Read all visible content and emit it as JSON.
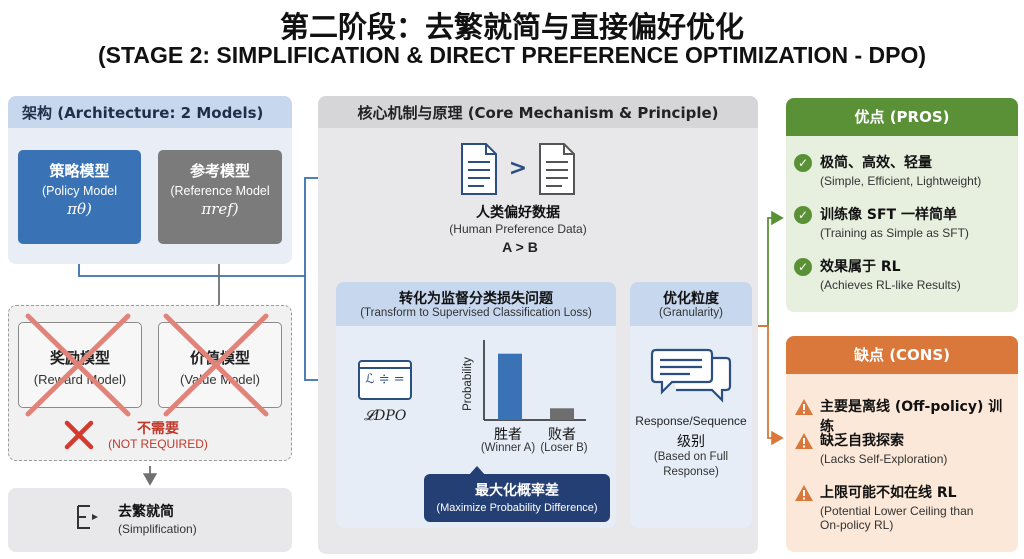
{
  "title": {
    "zh": "第二阶段：去繁就简与直接偏好优化",
    "en": "(STAGE 2: SIMPLIFICATION & DIRECT PREFERENCE OPTIMIZATION - DPO)"
  },
  "architecture": {
    "header": "架构 (Architecture: 2 Models)",
    "policy": {
      "zh": "策略模型",
      "en": "(Policy Model",
      "symbol": "πθ)"
    },
    "reference": {
      "zh": "参考模型",
      "en": "(Reference Model",
      "symbol": "πref)"
    },
    "reward": {
      "zh": "奖励模型",
      "en": "(Reward Model)"
    },
    "value": {
      "zh": "价值模型",
      "en": "(Value Model)"
    },
    "not_required": {
      "zh": "不需要",
      "en": "(NOT REQUIRED)"
    },
    "simplification": {
      "zh": "去繁就简",
      "en": "(Simplification)"
    }
  },
  "mechanism": {
    "header": "核心机制与原理 (Core Mechanism & Principle)",
    "human_pref": {
      "zh": "人类偏好数据",
      "en": "(Human Preference Data)",
      "ab": "A > B",
      "gt": ">"
    },
    "transform": {
      "zh": "转化为监督分类损失问题",
      "en": "(Transform to Supervised Classification Loss)",
      "loss_symbol": "𝓛DPO",
      "icon_text": "ℒ ≑ =",
      "axis_label": "Probability",
      "winner": {
        "zh": "胜者",
        "en": "(Winner A)"
      },
      "loser": {
        "zh": "败者",
        "en": "(Loser B)"
      },
      "maximize": {
        "zh": "最大化概率差",
        "en": "(Maximize Probability Difference)"
      }
    },
    "granularity": {
      "zh": "优化粒度",
      "en": "(Granularity)",
      "resp": "Response/Sequence",
      "level": "级别",
      "based1": "(Based on Full",
      "based2": "Response)"
    }
  },
  "chart_data": {
    "type": "bar",
    "categories": [
      "胜者 (Winner A)",
      "败者 (Loser B)"
    ],
    "values": [
      0.85,
      0.15
    ],
    "ylabel": "Probability",
    "ylim": [
      0,
      1
    ]
  },
  "pros": {
    "header": "优点 (PROS)",
    "items": [
      {
        "zh": "极简、高效、轻量",
        "en": "(Simple, Efficient, Lightweight)"
      },
      {
        "zh": "训练像 SFT 一样简单",
        "en": "(Training as Simple as SFT)"
      },
      {
        "zh": "效果属于 RL",
        "en": "(Achieves RL-like Results)"
      }
    ]
  },
  "cons": {
    "header": "缺点 (CONS)",
    "items": [
      {
        "zh": "主要是离线 (Off-policy) 训练",
        "en": ""
      },
      {
        "zh": "缺乏自我探索",
        "en": "(Lacks Self-Exploration)"
      },
      {
        "zh": "上限可能不如在线 RL",
        "en": "(Potential Lower Ceiling than",
        "en2": "On-policy RL)"
      }
    ]
  },
  "colors": {
    "policy": "#3a73b5",
    "reference": "#7b7b7b",
    "arrow": "#3b6fb0",
    "green": "#5a9137",
    "orange": "#d9783a",
    "red_x": "#d23b2e",
    "navy": "#243f73"
  }
}
